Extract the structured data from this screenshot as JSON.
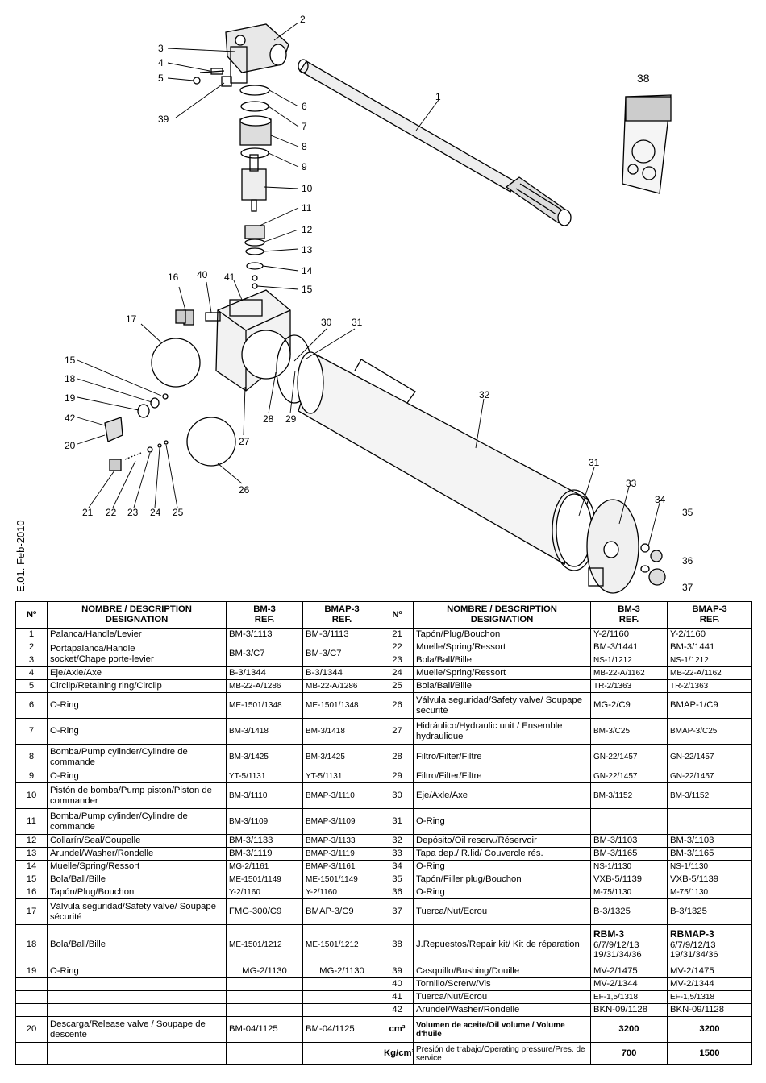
{
  "edition": "E.01. Feb-2010",
  "callouts": [
    "1",
    "2",
    "3",
    "4",
    "5",
    "6",
    "7",
    "8",
    "9",
    "10",
    "11",
    "12",
    "13",
    "14",
    "15",
    "16",
    "17",
    "18",
    "19",
    "20",
    "21",
    "22",
    "23",
    "24",
    "25",
    "26",
    "27",
    "28",
    "29",
    "30",
    "31",
    "32",
    "33",
    "34",
    "35",
    "36",
    "37",
    "38",
    "39",
    "40",
    "41",
    "42"
  ],
  "table": {
    "headers": {
      "num": "Nº",
      "desc_line1": "NOMBRE / DESCRIPTION",
      "desc_line2": "DESIGNATION",
      "bm3_line1": "BM-3",
      "bm3_line2": "REF.",
      "bmap3_line1": "BMAP-3",
      "bmap3_line2": "REF."
    },
    "left": [
      {
        "n": "1",
        "d": "Palanca/Handle/Levier",
        "a": "BM-3/1113",
        "b": "BM-3/1113"
      },
      {
        "n": "2",
        "d": "Portapalanca/Handle",
        "a": "BM-3/C7",
        "b": "BM-3/C7"
      },
      {
        "n": "3",
        "d": "socket/Chape porte-levier"
      },
      {
        "n": "4",
        "d": "Eje/Axle/Axe",
        "a": "B-3/1344",
        "b": "B-3/1344"
      },
      {
        "n": "5",
        "d": "Circlip/Retaining ring/Circlip",
        "a": "MB-22-A/1286",
        "b": "MB-22-A/1286"
      },
      {
        "n": "6",
        "d": "O-Ring",
        "a": "ME-1501/1348",
        "b": "ME-1501/1348"
      },
      {
        "n": "7",
        "d": "O-Ring",
        "a": "BM-3/1418",
        "b": "BM-3/1418"
      },
      {
        "n": "8",
        "d": "Bomba/Pump cylinder/Cylindre de commande",
        "a": "BM-3/1425",
        "b": "BM-3/1425"
      },
      {
        "n": "9",
        "d": "O-Ring",
        "a": "YT-5/1131",
        "b": "YT-5/1131"
      },
      {
        "n": "10",
        "d": "Pistón de bomba/Pump piston/Piston de commander",
        "a": "BM-3/1110",
        "b": "BMAP-3/1110"
      },
      {
        "n": "11",
        "d": "Bomba/Pump cylinder/Cylindre de commande",
        "a": "BM-3/1109",
        "b": "BMAP-3/1109"
      },
      {
        "n": "12",
        "d": "Collarín/Seal/Coupelle",
        "a": "BM-3/1133",
        "b": "BMAP-3/1133"
      },
      {
        "n": "13",
        "d": "Arundel/Washer/Rondelle",
        "a": "BM-3/1119",
        "b": "BMAP-3/1119"
      },
      {
        "n": "14",
        "d": "Muelle/Spring/Ressort",
        "a": "MG-2/1161",
        "b": "BMAP-3/1161"
      },
      {
        "n": "15",
        "d": "Bola/Ball/Bille",
        "a": "ME-1501/1149",
        "b": "ME-1501/1149"
      },
      {
        "n": "16",
        "d": "Tapón/Plug/Bouchon",
        "a": "Y-2/1160",
        "b": "Y-2/1160"
      },
      {
        "n": "17",
        "d": "Válvula seguridad/Safety valve/ Soupape sécurité",
        "a": "FMG-300/C9",
        "b": "BMAP-3/C9"
      },
      {
        "n": "18",
        "d": "Bola/Ball/Bille",
        "a": "ME-1501/1212",
        "b": "ME-1501/1212"
      },
      {
        "n": "19",
        "d": "O-Ring",
        "a": "MG-2/1130",
        "b": "MG-2/1130"
      },
      {
        "n": "",
        "d": ""
      },
      {
        "n": "",
        "d": ""
      },
      {
        "n": "",
        "d": ""
      },
      {
        "n": "20",
        "d": "Descarga/Release valve / Soupape de descente",
        "a": "BM-04/1125",
        "b": "BM-04/1125"
      },
      {
        "n": "",
        "d": ""
      }
    ],
    "right": [
      {
        "n": "21",
        "d": "Tapón/Plug/Bouchon",
        "a": "Y-2/1160",
        "b": "Y-2/1160"
      },
      {
        "n": "22",
        "d": "Muelle/Spring/Ressort",
        "a": "BM-3/1441",
        "b": "BM-3/1441"
      },
      {
        "n": "23",
        "d": "Bola/Ball/Bille",
        "a": "NS-1/1212",
        "b": "NS-1/1212"
      },
      {
        "n": "24",
        "d": "Muelle/Spring/Ressort",
        "a": "MB-22-A/1162",
        "b": "MB-22-A/1162"
      },
      {
        "n": "25",
        "d": "Bola/Ball/Bille",
        "a": "TR-2/1363",
        "b": "TR-2/1363"
      },
      {
        "n": "26",
        "d": "Válvula seguridad/Safety valve/ Soupape sécurité",
        "a": "MG-2/C9",
        "b": "BMAP-1/C9"
      },
      {
        "n": "27",
        "d": "Hidráulico/Hydraulic unit / Ensemble hydraulique",
        "a": "BM-3/C25",
        "b": "BMAP-3/C25"
      },
      {
        "n": "28",
        "d": "Filtro/Filter/Filtre",
        "a": "GN-22/1457",
        "b": "GN-22/1457"
      },
      {
        "n": "29",
        "d": "Filtro/Filter/Filtre",
        "a": "GN-22/1457",
        "b": "GN-22/1457"
      },
      {
        "n": "30",
        "d": "Eje/Axle/Axe",
        "a": "BM-3/1152",
        "b": "BM-3/1152"
      },
      {
        "n": "31",
        "d": "O-Ring",
        "a": "",
        "b": ""
      },
      {
        "n": "32",
        "d": "Depósito/Oil reserv./Réservoir",
        "a": "BM-3/1103",
        "b": "BM-3/1103"
      },
      {
        "n": "33",
        "d": "Tapa dep./ R.lid/ Couvercle rés.",
        "a": "BM-3/1165",
        "b": "BM-3/1165"
      },
      {
        "n": "34",
        "d": "O-Ring",
        "a": "NS-1/1130",
        "b": "NS-1/1130"
      },
      {
        "n": "35",
        "d": "Tapón/Filler plug/Bouchon",
        "a": "VXB-5/1139",
        "b": "VXB-5/1139"
      },
      {
        "n": "36",
        "d": "O-Ring",
        "a": "M-75/1130",
        "b": "M-75/1130"
      },
      {
        "n": "37",
        "d": "Tuerca/Nut/Ecrou",
        "a": "B-3/1325",
        "b": "B-3/1325"
      },
      {
        "n": "38",
        "d": "J.Repuestos/Repair kit/ Kit de réparation",
        "a_title": "RBM-3",
        "a_l1": "6/7/9/12/13",
        "a_l2": "19/31/34/36",
        "b_title": "RBMAP-3",
        "b_l1": "6/7/9/12/13",
        "b_l2": "19/31/34/36"
      },
      {
        "n": "39",
        "d": "Casquillo/Bushing/Douille",
        "a": "MV-2/1475",
        "b": "MV-2/1475"
      },
      {
        "n": "40",
        "d": "Tornillo/Screrw/Vis",
        "a": "MV-2/1344",
        "b": "MV-2/1344"
      },
      {
        "n": "41",
        "d": "Tuerca/Nut/Ecrou",
        "a": "EF-1,5/1318",
        "b": "EF-1,5/1318"
      },
      {
        "n": "42",
        "d": "Arundel/Washer/Rondelle",
        "a": "BKN-09/1128",
        "b": "BKN-09/1128"
      },
      {
        "n": "cm³",
        "d": "Volumen de aceite/Oil volume / Volume d'huile",
        "a": "3200",
        "b": "3200"
      },
      {
        "n": "Kg/cm²",
        "d": "Presión de trabajo/Operating pressure/Pres. de service",
        "a": "700",
        "b": "1500"
      }
    ]
  }
}
